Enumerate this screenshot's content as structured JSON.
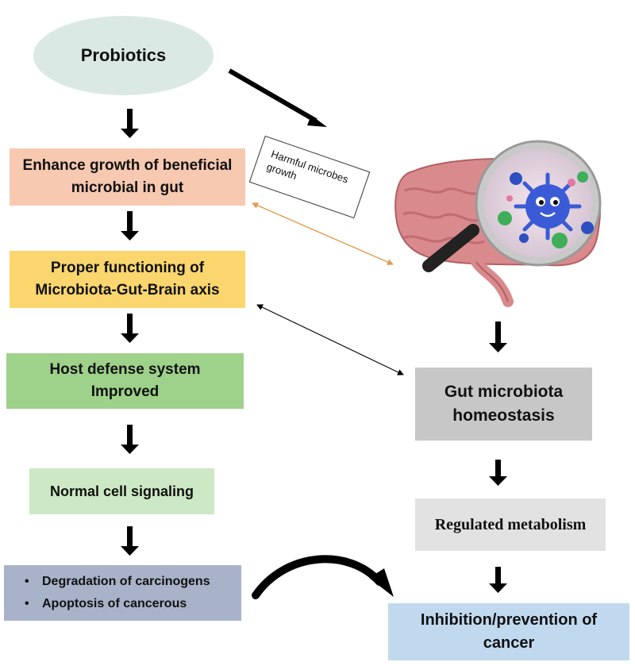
{
  "probiotics": "Probiotics",
  "left_chain": {
    "enhance": [
      "Enhance growth of beneficial",
      "microbial in gut"
    ],
    "proper": [
      "Proper functioning of",
      "Microbiota-Gut-Brain axis"
    ],
    "host": [
      "Host defense system",
      "Improved"
    ],
    "normal": "Normal cell signaling",
    "bullets": [
      "Degradation of carcinogens",
      "Apoptosis of cancerous"
    ]
  },
  "harmful_note": [
    "Harmful microbes",
    "growth"
  ],
  "right_chain": {
    "homeostasis": [
      "Gut microbiota",
      "homeostasis"
    ],
    "regulated": "Regulated metabolism",
    "inhibition": [
      "Inhibition/prevention of",
      "cancer"
    ]
  },
  "colors": {
    "probiotics": "#dbe9e5",
    "enhance": "#f7c9b1",
    "proper": "#fbd66e",
    "host": "#9ed18a",
    "normal": "#cde8c4",
    "bullets": "#a8b2c8",
    "homeostasis": "#c7c7c7",
    "regulated": "#e2e2e2",
    "inhibition": "#c0d9ef",
    "orange_connector": "#e39a4e"
  },
  "illustration": "intestine-with-magnifier-and-microbes"
}
